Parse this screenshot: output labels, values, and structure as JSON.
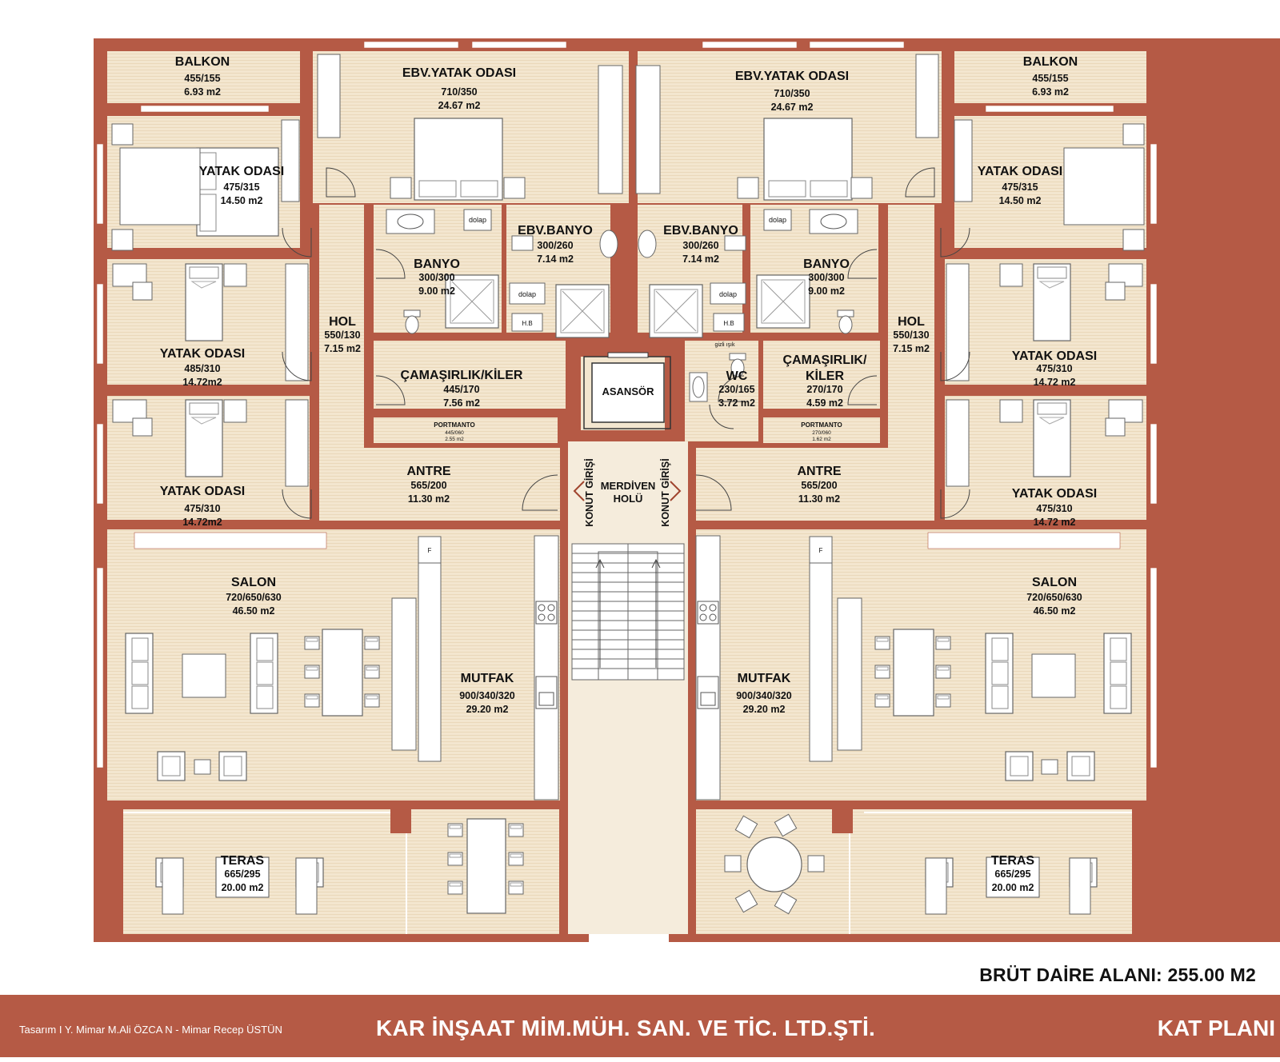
{
  "rooms": {
    "balkon_l": {
      "name": "BALKON",
      "dims": "455/155",
      "area": "6.93 m2"
    },
    "balkon_r": {
      "name": "BALKON",
      "dims": "455/155",
      "area": "6.93 m2"
    },
    "ebv_l": {
      "name": "EBV.YATAK ODASI",
      "dims": "710/350",
      "area": "24.67 m2"
    },
    "ebv_r": {
      "name": "EBV.YATAK ODASI",
      "dims": "710/350",
      "area": "24.67 m2"
    },
    "yatak1_l": {
      "name": "YATAK ODASI",
      "dims": "475/315",
      "area": "14.50 m2"
    },
    "yatak1_r": {
      "name": "YATAK ODASI",
      "dims": "475/315",
      "area": "14.50 m2"
    },
    "ebvbanyo_l": {
      "name": "EBV.BANYO",
      "dims": "300/260",
      "area": "7.14 m2"
    },
    "ebvbanyo_r": {
      "name": "EBV.BANYO",
      "dims": "300/260",
      "area": "7.14 m2"
    },
    "banyo_l": {
      "name": "BANYO",
      "dims": "300/300",
      "area": "9.00 m2"
    },
    "banyo_r": {
      "name": "BANYO",
      "dims": "300/300",
      "area": "9.00 m2"
    },
    "hol_l": {
      "name": "HOL",
      "dims": "550/130",
      "area": "7.15 m2"
    },
    "hol_r": {
      "name": "HOL",
      "dims": "550/130",
      "area": "7.15 m2"
    },
    "yatak2_l": {
      "name": "YATAK ODASI",
      "dims": "485/310",
      "area": "14.72m2"
    },
    "yatak2_r": {
      "name": "YATAK ODASI",
      "dims": "475/310",
      "area": "14.72 m2"
    },
    "camasir_l": {
      "name": "ÇAMAŞIRLIK/KİLER",
      "dims": "445/170",
      "area": "7.56 m2"
    },
    "camasir_r": {
      "name1": "ÇAMAŞIRLIK/",
      "name2": "KİLER",
      "dims": "270/170",
      "area": "4.59 m2"
    },
    "wc": {
      "name": "WC",
      "dims": "230/165",
      "area": "3.72 m2",
      "note": "gizli ışık"
    },
    "asansor": {
      "name": "ASANSÖR"
    },
    "portmanto_l": {
      "name": "PORTMANTO",
      "dims": "445/060",
      "area": "2.55 m2"
    },
    "portmanto_r": {
      "name": "PORTMANTO",
      "dims": "270/060",
      "area": "1.62 m2"
    },
    "yatak3_l": {
      "name": "YATAK ODASI",
      "dims": "475/310",
      "area": "14.72m2"
    },
    "yatak3_r": {
      "name": "YATAK ODASI",
      "dims": "475/310",
      "area": "14.72 m2"
    },
    "antre_l": {
      "name": "ANTRE",
      "dims": "565/200",
      "area": "11.30 m2"
    },
    "antre_r": {
      "name": "ANTRE",
      "dims": "565/200",
      "area": "11.30 m2"
    },
    "merdiven": {
      "line1": "MERDİVEN",
      "line2": "HOLÜ"
    },
    "konut_l": {
      "name": "KONUT GİRİŞİ"
    },
    "konut_r": {
      "name": "KONUT GİRİŞİ"
    },
    "salon_l": {
      "name": "SALON",
      "dims": "720/650/630",
      "area": "46.50 m2"
    },
    "salon_r": {
      "name": "SALON",
      "dims": "720/650/630",
      "area": "46.50 m2"
    },
    "mutfak_l": {
      "name": "MUTFAK",
      "dims": "900/340/320",
      "area": "29.20 m2"
    },
    "mutfak_r": {
      "name": "MUTFAK",
      "dims": "900/340/320",
      "area": "29.20 m2"
    },
    "teras_l": {
      "name": "TERAS",
      "dims": "665/295",
      "area": "20.00 m2"
    },
    "teras_r": {
      "name": "TERAS",
      "dims": "665/295",
      "area": "20.00 m2"
    }
  },
  "fixtures": {
    "dolap": "dolap",
    "hb": "H.B",
    "fridge": "F"
  },
  "area_label": "BRÜT DAİRE ALANI: 255.00 M2",
  "footer": {
    "credit": "Tasarım I Y. Mimar M.Ali ÖZCA N - Mimar Recep ÜSTÜN",
    "company": "KAR İNŞAAT MİM.MÜH. SAN. VE TİC. LTD.ŞTİ.",
    "plan": "KAT PLANI"
  },
  "colors": {
    "wall": "#b55a45",
    "floor": "#f3e6cf",
    "window": "#ffffff",
    "furniture_line": "#555555"
  }
}
